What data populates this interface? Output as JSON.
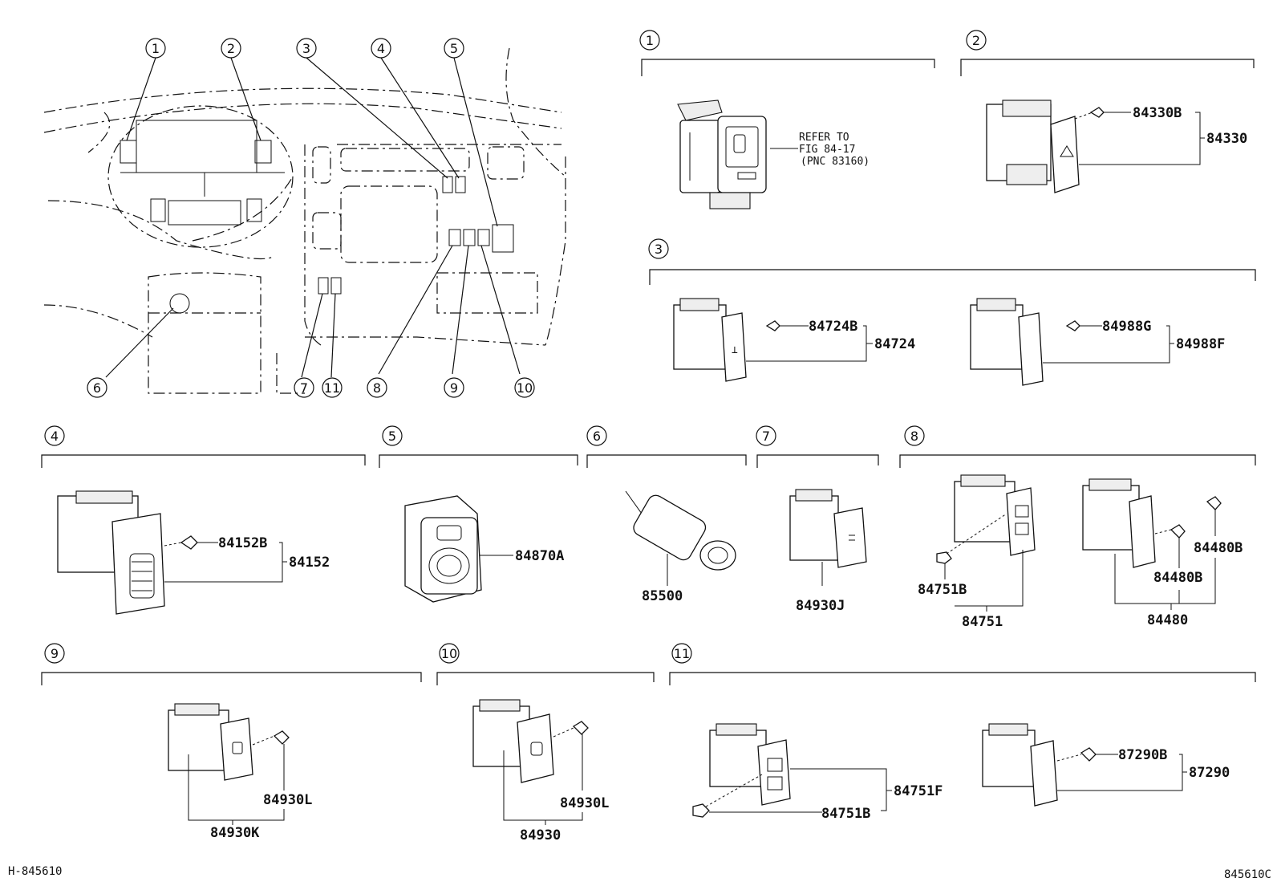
{
  "figure": {
    "doc_id_left": "H-845610",
    "doc_id_right": "845610C"
  },
  "overview_callouts": [
    "1",
    "2",
    "3",
    "4",
    "5",
    "6",
    "7",
    "11",
    "8",
    "9",
    "10"
  ],
  "sections": {
    "s1": {
      "label": "1",
      "refer": [
        "REFER TO",
        "FIG 84-17",
        "(PNC 83160)"
      ]
    },
    "s2": {
      "label": "2",
      "parts": [
        "84330B",
        "84330"
      ]
    },
    "s3": {
      "label": "3",
      "parts": [
        "84724B",
        "84724",
        "84988G",
        "84988F"
      ]
    },
    "s4": {
      "label": "4",
      "parts": [
        "84152B",
        "84152"
      ]
    },
    "s5": {
      "label": "5",
      "parts": [
        "84870A"
      ]
    },
    "s6": {
      "label": "6",
      "parts": [
        "85500"
      ]
    },
    "s7": {
      "label": "7",
      "parts": [
        "84930J"
      ]
    },
    "s8": {
      "label": "8",
      "parts": [
        "84751B",
        "84751",
        "84480B",
        "84480B",
        "84480"
      ]
    },
    "s9": {
      "label": "9",
      "parts": [
        "84930L",
        "84930K"
      ]
    },
    "s10": {
      "label": "10",
      "parts": [
        "84930L",
        "84930"
      ]
    },
    "s11": {
      "label": "11",
      "parts": [
        "84751F",
        "84751B",
        "87290B",
        "87290"
      ]
    }
  }
}
